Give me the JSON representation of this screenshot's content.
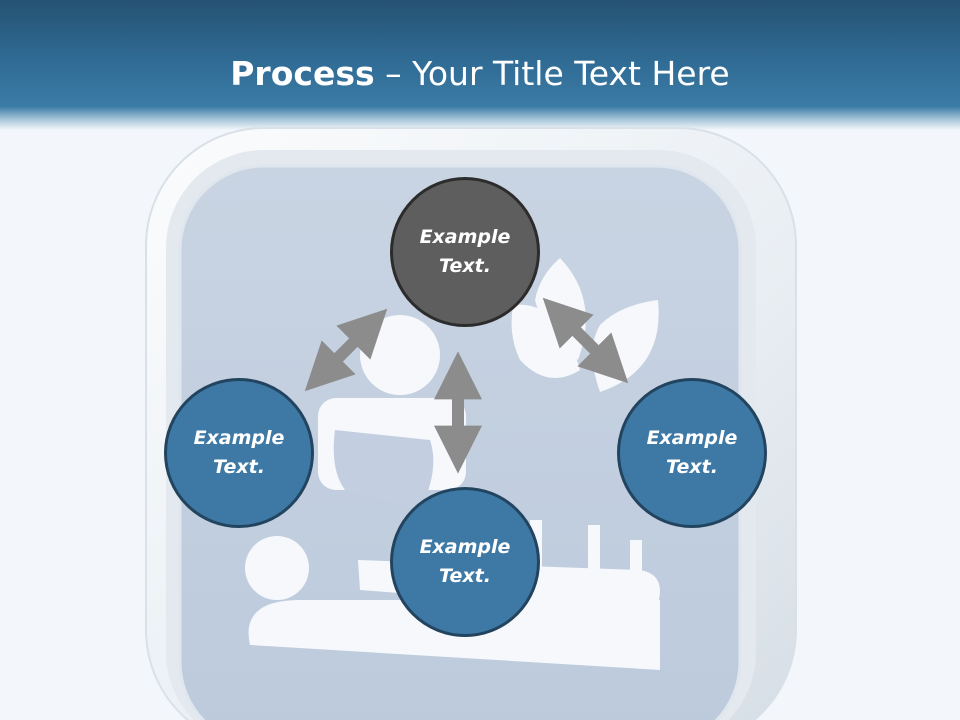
{
  "title": {
    "bold": "Process",
    "rest": " – Your Title Text Here"
  },
  "nodes": [
    {
      "id": "top",
      "text": "Example\nText.",
      "style": "dark"
    },
    {
      "id": "left",
      "text": "Example\nText.",
      "style": "blue"
    },
    {
      "id": "right",
      "text": "Example\nText.",
      "style": "blue"
    },
    {
      "id": "bottom",
      "text": "Example\nText.",
      "style": "blue"
    }
  ],
  "icons": {
    "background": "massage-therapy-icon",
    "leaves": "leaf-icon"
  },
  "colors": {
    "header": "#2f6a93",
    "node_blue": "#3e79a6",
    "node_dark": "#5e5e5e",
    "node_border": "#23445f",
    "arrow": "#8c8c8c",
    "tile_face": "#c3cfe0",
    "tile_frame": "#eef2f6"
  }
}
